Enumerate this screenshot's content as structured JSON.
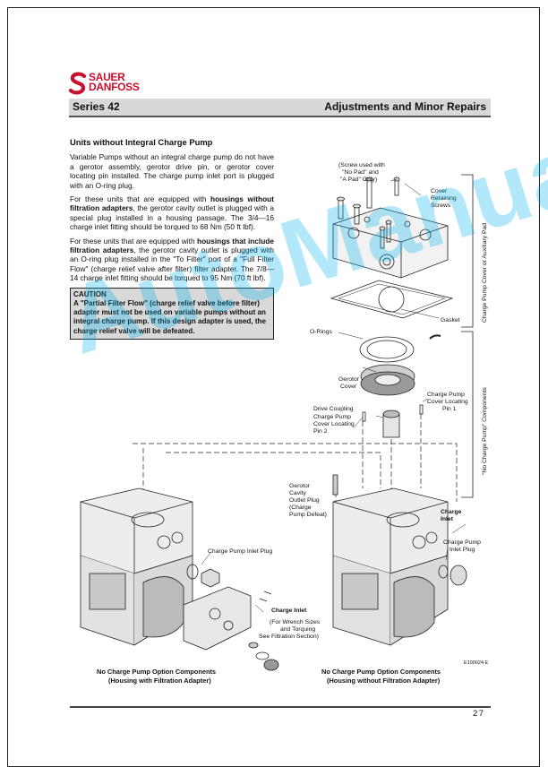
{
  "logo": {
    "line1": "SAUER",
    "line2": "DANFOSS",
    "brand_color": "#c8102e"
  },
  "header": {
    "series": "Series 42",
    "section": "Adjustments and Minor Repairs",
    "bar_color": "#d8d8d8"
  },
  "content": {
    "heading": "Units without Integral Charge Pump",
    "p1": "Variable Pumps without an integral charge pump do not have a gerotor assembly, gerotor drive pin, or gerotor cover locating pin installed. The charge pump inlet port is plugged with an O-ring plug.",
    "p2_a": "For these units that are equipped with ",
    "p2_b": "housings without filtration adapters",
    "p2_c": ", the gerotor cavity outlet is plugged with a special plug installed in a housing passage. The 3/4—16 charge inlet fitting should be torqued to 68 Nm (50 ft lbf).",
    "p3_a": "For these units that are equipped with ",
    "p3_b": "housings that include filtration adapters",
    "p3_c": ", the gerotor cavity outlet is plugged with an O-ring plug installed in the \"To Filter\" port of a \"Full Filter Flow\" (charge relief valve after filter) filter adapter. The 7/8—14 charge inlet fitting should be torqued to 95 Nm (70 ft lbf).",
    "caution_title": "CAUTION",
    "caution_text": "A \"Partial Filter Flow\" (charge relief valve before filter) adapter must not be used on variable pumps without an integral charge pump. If this design adapter is used, the charge relief valve will be defeated."
  },
  "diagram": {
    "screw_note_1": "(Screw used with",
    "screw_note_2": "\"No Pad\" and",
    "screw_note_3": "\"A Pad\" Only)",
    "cover_retaining_1": "Cover",
    "cover_retaining_2": "Retaining",
    "cover_retaining_3": "Screws",
    "side_label_top": "Charge Pump Cover or Auxiliary Pad",
    "gasket": "Gasket",
    "o_rings": "O-Rings",
    "gerotor_cover_1": "Gerotor",
    "gerotor_cover_2": "Cover",
    "cp_locating_pin1_1": "Charge Pump",
    "cp_locating_pin1_2": "Cover Locating",
    "cp_locating_pin1_3": "Pin 1",
    "side_label_bottom": "\"No Charge Pump\" Components",
    "drive_coupling": "Drive Coupling",
    "cp_locating_pin2_1": "Charge Pump",
    "cp_locating_pin2_2": "Cover Locating",
    "cp_locating_pin2_3": "Pin 2",
    "gerotor_plug_1": "Gerotor",
    "gerotor_plug_2": "Cavity",
    "gerotor_plug_3": "Outlet Plug",
    "gerotor_plug_4": "(Charge",
    "gerotor_plug_5": "Pump Defeat)",
    "charge_inlet_right_1": "Charge",
    "charge_inlet_right_2": "Inlet",
    "cp_inlet_plug_right_1": "Charge Pump",
    "cp_inlet_plug_right_2": "Inlet Plug",
    "cp_inlet_plug_left": "Charge Pump Inlet Plug",
    "charge_inlet_left": "Charge Inlet",
    "wrench_note_1": "(For Wrench Sizes",
    "wrench_note_2": "and Torquing",
    "wrench_note_3": "See Filtration Section)",
    "figure_id": "E100024 E",
    "caption_left_1": "No Charge Pump Option Components",
    "caption_left_2": "(Housing with Filtration Adapter)",
    "caption_right_1": "No Charge Pump Option Components",
    "caption_right_2": "(Housing without Filtration Adapter)"
  },
  "watermark": {
    "text": "AutoManual"
  },
  "footer": {
    "page_number": "27"
  }
}
